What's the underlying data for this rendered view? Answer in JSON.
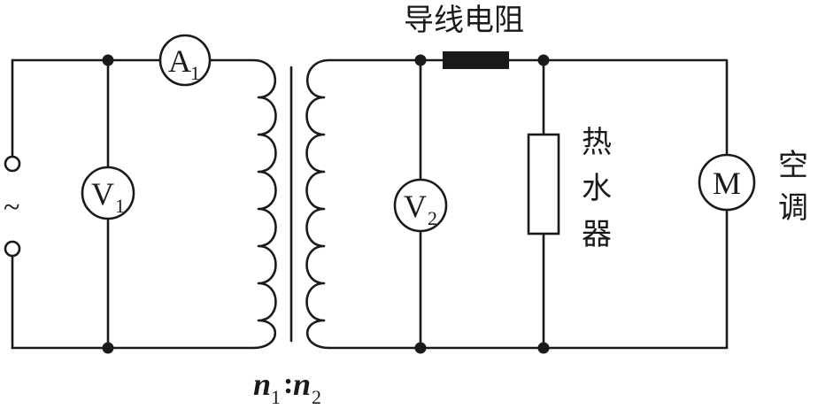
{
  "labels": {
    "line_resistance": "导线电阻",
    "heater_chars": [
      "热",
      "水",
      "器"
    ],
    "aircon_chars": [
      "空",
      "调"
    ],
    "source_symbol": "~",
    "ratio": {
      "n1": "n",
      "n1_sub": "1",
      "colon": ":",
      "n2": "n",
      "n2_sub": "2"
    }
  },
  "meters": {
    "ammeter": {
      "letter": "A",
      "sub": "1"
    },
    "voltmeter_primary": {
      "letter": "V",
      "sub": "1"
    },
    "voltmeter_secondary": {
      "letter": "V",
      "sub": "2"
    },
    "motor": {
      "letter": "M"
    }
  },
  "colors": {
    "ink": "#1a1a1a",
    "background": "#ffffff"
  }
}
